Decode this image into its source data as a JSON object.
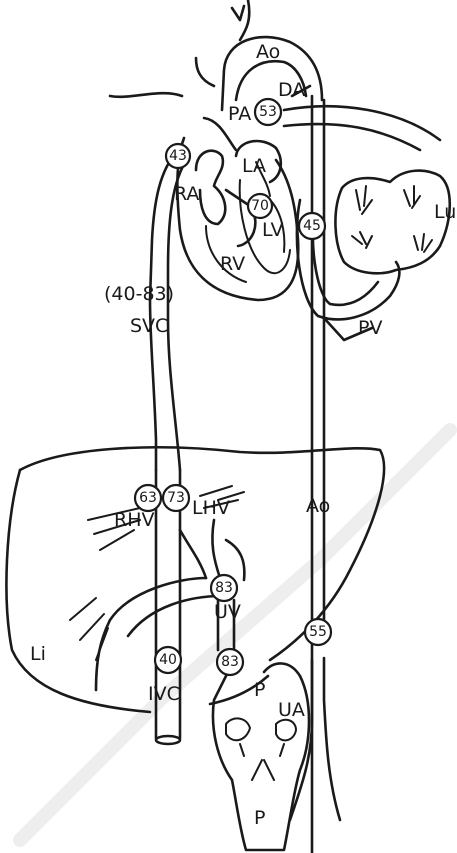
{
  "labels": {
    "ao_upper": "Ao",
    "da": "DA",
    "pa": "PA",
    "la": "LA",
    "ra": "RA",
    "lv": "LV",
    "rv": "RV",
    "lu": "Lu",
    "pv": "PV",
    "svc_range": "(40-83)",
    "svc": "SVC",
    "ao_lower": "Ao",
    "rhv": "RHV",
    "lhv": "LHV",
    "uv": "UV",
    "li": "Li",
    "ivc": "IVC",
    "p_upper": "P",
    "p_lower": "P",
    "ua": "UA"
  },
  "saturations": {
    "pa": "53",
    "ra": "43",
    "lv": "70",
    "lu_inflow": "45",
    "rhv": "63",
    "lhv": "73",
    "uv": "83",
    "ivc": "40",
    "placental": "83",
    "ao_desc": "55"
  }
}
